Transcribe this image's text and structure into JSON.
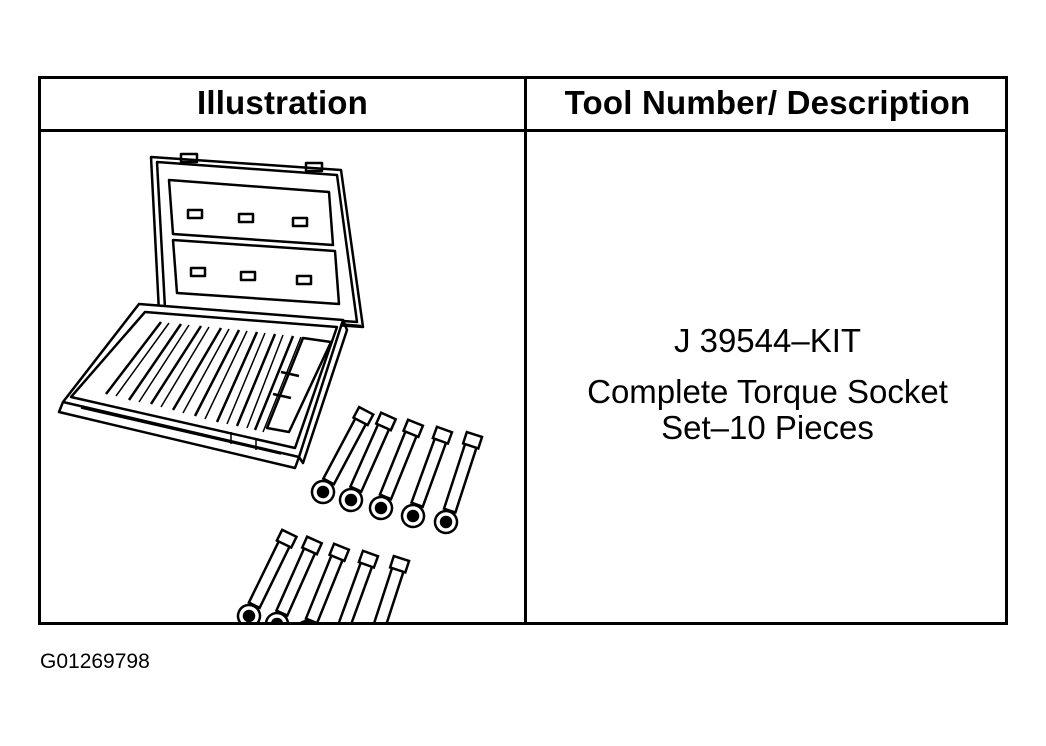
{
  "table": {
    "headers": {
      "illustration": "Illustration",
      "tool_description": "Tool Number/ Description"
    },
    "rows": [
      {
        "illustration_icon": "torque-socket-kit-case-icon",
        "tool_number": "J 39544–KIT",
        "description_line1": "Complete Torque Socket",
        "description_line2": "Set–10 Pieces"
      }
    ]
  },
  "figure_id": "G01269798"
}
